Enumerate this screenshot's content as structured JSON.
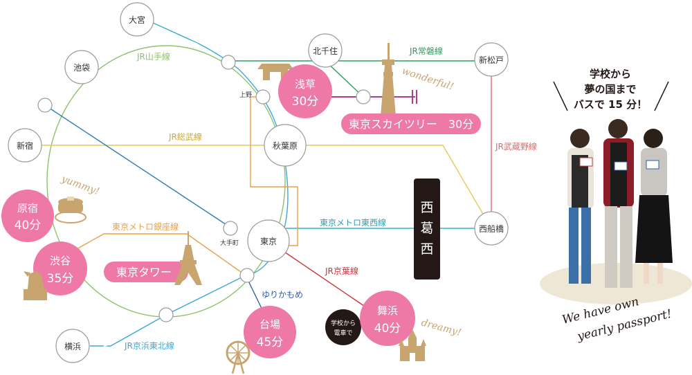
{
  "colors": {
    "pink": "#ee78a6",
    "gold": "#c8a46e",
    "yamanote": "#8cc26a",
    "keihin": "#3aa8d8",
    "joban": "#2e9b62",
    "musashino": "#e06a6a",
    "sobu": "#e6c95a",
    "tozai": "#36b3c9",
    "ginza": "#e8a04a",
    "keiyo": "#c8333b",
    "yurikamome": "#2c5fa8",
    "skytree": "#b03a8c",
    "node_stroke": "#9a9a9a",
    "black_box": "#231815"
  },
  "stations": {
    "omiya": "大宮",
    "ikebukuro": "池袋",
    "kitasenju": "北千住",
    "shinmatsudo": "新松戸",
    "ueno": "上野",
    "shinjuku": "新宿",
    "akihabara": "秋葉原",
    "tokyo": "東京",
    "otemachi": "大手町",
    "nishifunabashi": "西船橋",
    "yokohama": "横浜"
  },
  "lines": {
    "yamanote": "JR山手線",
    "joban": "JR常磐線",
    "sobu": "JR総武線",
    "musashino": "JR武蔵野線",
    "tozai": "東京メトロ東西線",
    "ginza": "東京メトロ銀座線",
    "keiyo": "JR京葉線",
    "yurikamome": "ゆりかもめ",
    "keihin": "JR京浜東北線"
  },
  "destinations": {
    "asakusa": {
      "name": "浅草",
      "time": "30分"
    },
    "skytree": {
      "label": "東京スカイツリー　30分"
    },
    "harajuku": {
      "name": "原宿",
      "time": "40分"
    },
    "shibuya": {
      "name": "渋谷",
      "time": "35分"
    },
    "tokyotower": {
      "label": "東京タワー"
    },
    "odaiba": {
      "name": "台場",
      "time": "45分"
    },
    "maihama": {
      "name": "舞浜",
      "time": "40分"
    }
  },
  "school": {
    "name_chars": [
      "西",
      "葛",
      "西"
    ],
    "by_train": [
      "学校から",
      "電車で"
    ]
  },
  "script_texts": {
    "wonderful": "wonderful!",
    "yummy": "yummy!",
    "dreamy": "dreamy!"
  },
  "promo": {
    "lines": [
      "学校から",
      "夢の国まで",
      "バスで 15 分！"
    ],
    "passport": [
      "We have own",
      "yearly passport!"
    ]
  }
}
